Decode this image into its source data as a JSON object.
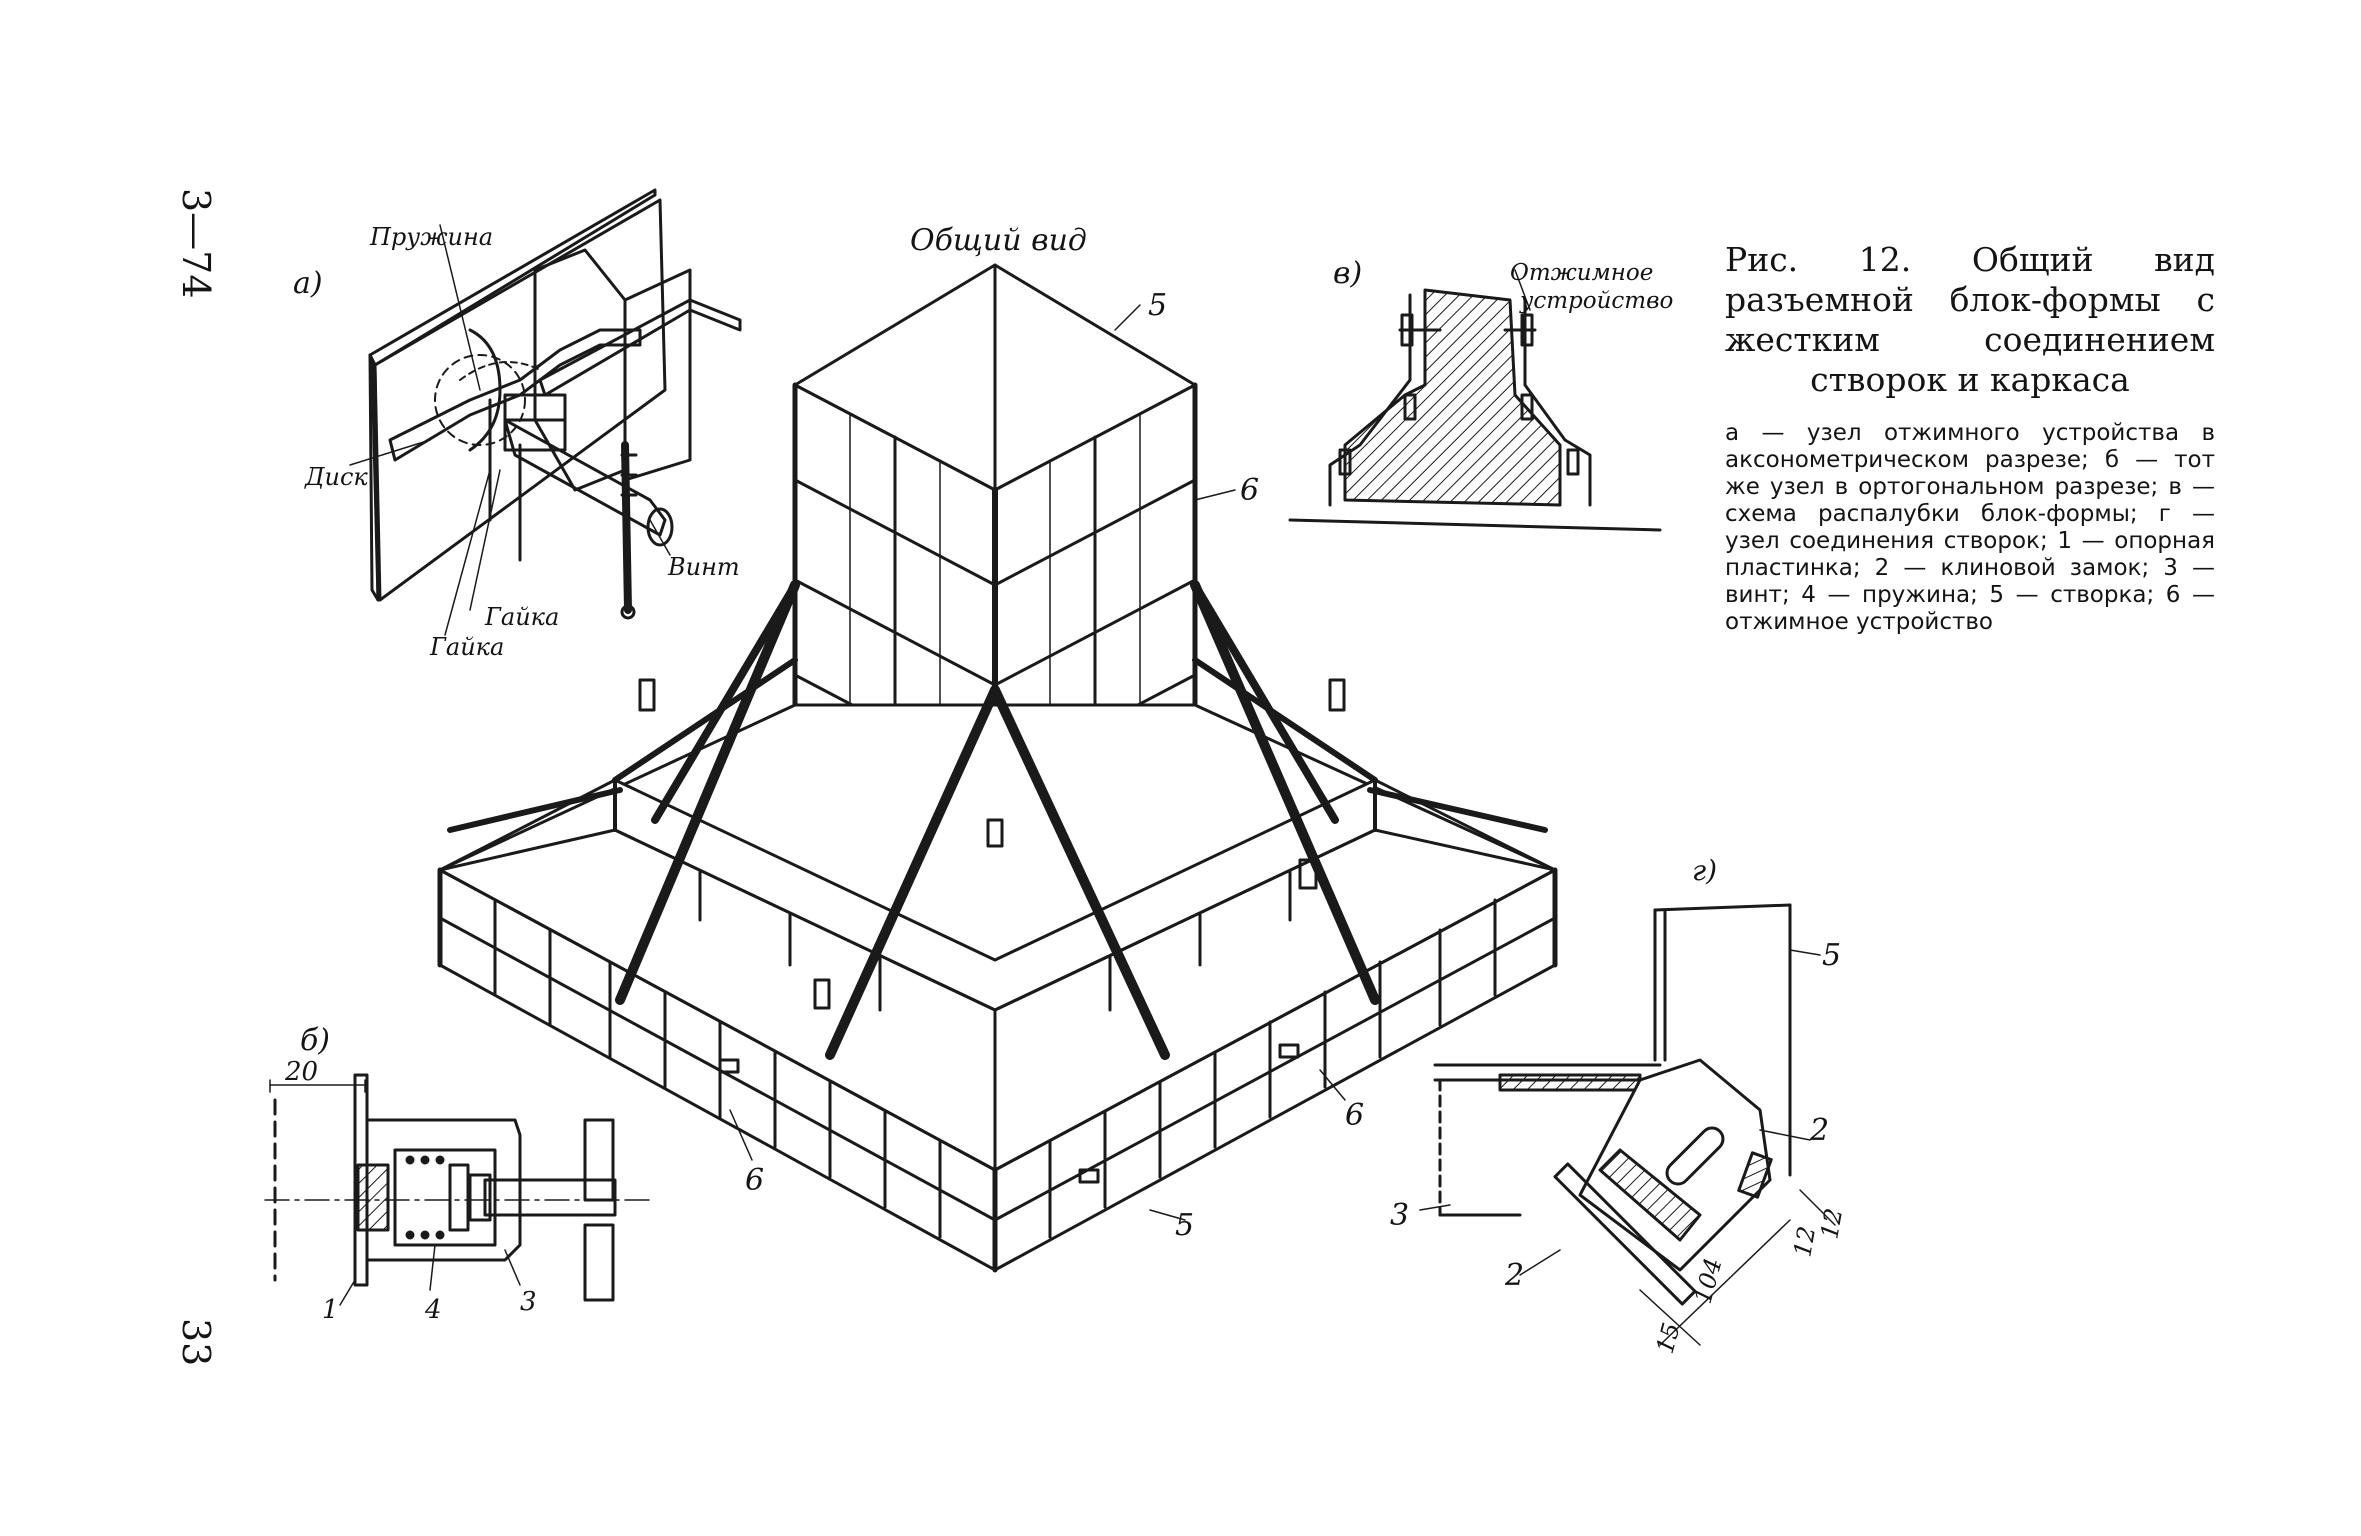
{
  "page": {
    "series_code": "3—74",
    "page_number": "33"
  },
  "figure": {
    "title": "Рис. 12. Общий вид разъемной блок-формы с жестким соединением створок и каркаса",
    "legend": "а — узел отжимного устройства в аксонометрическом разрезе; б — тот же узел в ортогональном разрезе; в — схема распалубки блок-формы; г — узел соединения створок; 1 — опорная пластинка; 2 — клиновой замок; 3 — винт; 4 — пружина; 5 — створка; 6 — отжимное устройство"
  },
  "detail_a": {
    "letter": "а)",
    "spring": "Пружина",
    "disk": "Диск",
    "nut_1": "Гайка",
    "nut_2": "Гайка",
    "screw": "Винт"
  },
  "general_view": {
    "heading": "Общий вид",
    "callouts": [
      "5",
      "6",
      "6",
      "6",
      "5"
    ]
  },
  "detail_b": {
    "letter": "б)",
    "dim": "20",
    "callouts": [
      "1",
      "4",
      "3"
    ]
  },
  "detail_v": {
    "letter": "в)",
    "label_line1": "Отжимное",
    "label_line2": "устройство"
  },
  "detail_g": {
    "letter": "г)",
    "callouts": [
      "5",
      "2",
      "3",
      "2"
    ],
    "dims": [
      "12",
      "12",
      "104",
      "15"
    ]
  }
}
